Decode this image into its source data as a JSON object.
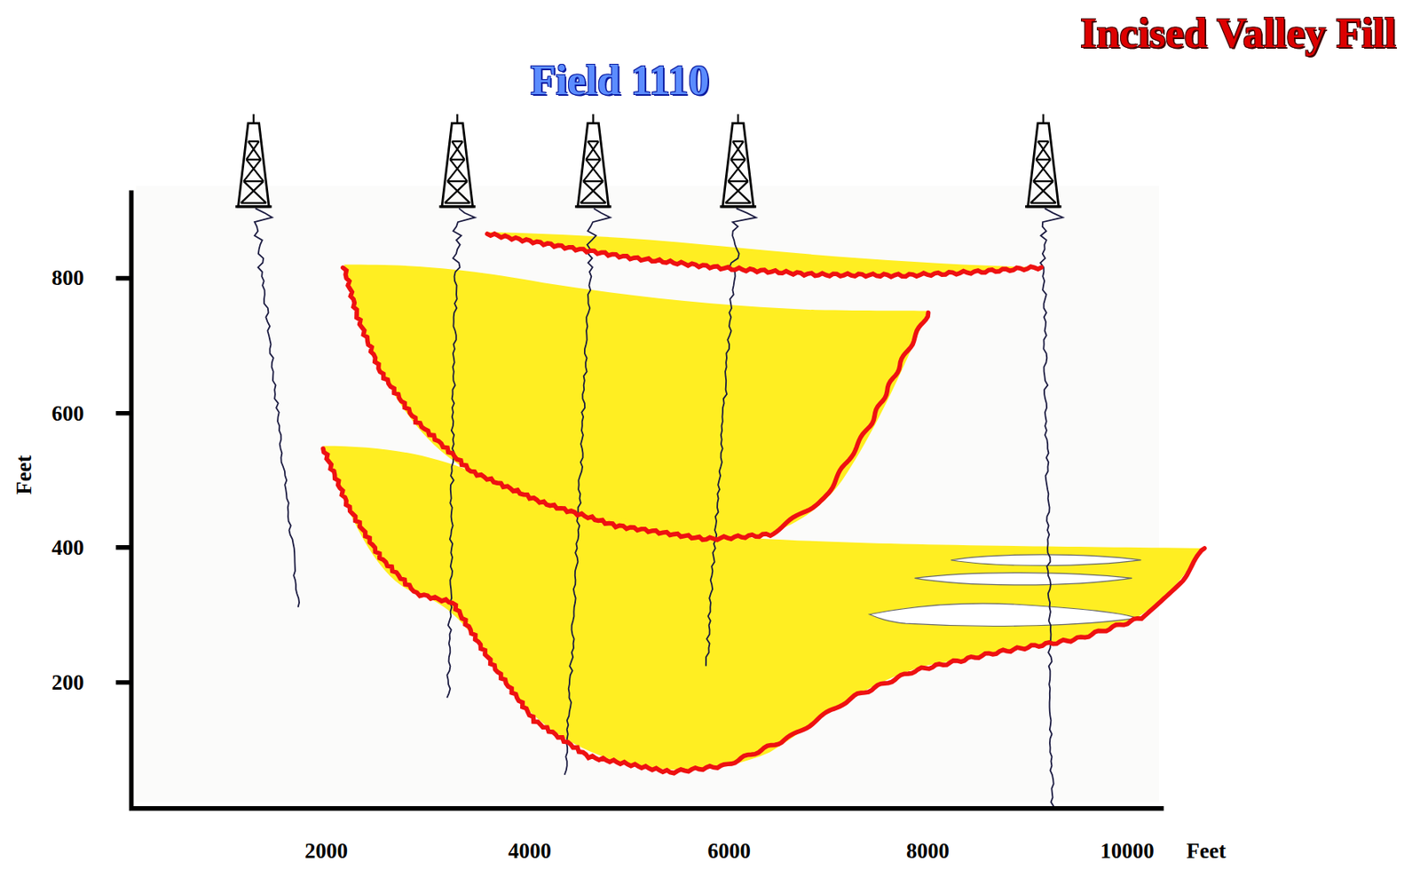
{
  "diagram": {
    "title": "Incised Valley Fill",
    "labels": [
      "Field 1110",
      "800",
      "600",
      "400",
      "200",
      "Feet",
      "2000",
      "4000",
      "6000",
      "8000",
      "10000",
      "Feet"
    ]
  }
}
